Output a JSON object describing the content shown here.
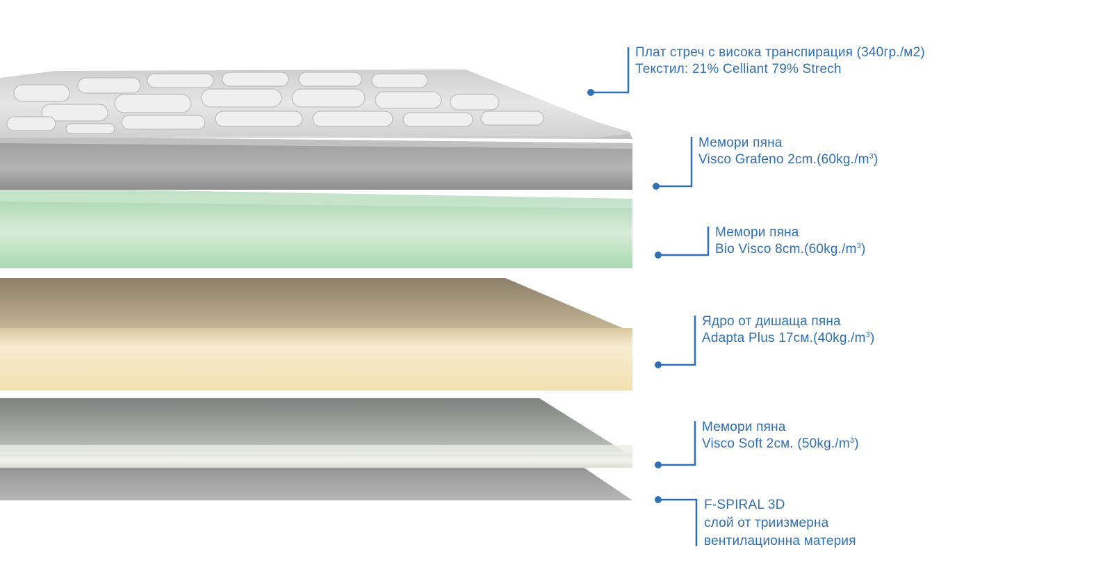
{
  "accent_color": "#2f6fb2",
  "layers": [
    {
      "id": "cover",
      "lines": [
        "Плат стреч с висока транспирация (340гр./м2)",
        "Текстил: 21% Celliant 79% Strech"
      ],
      "sup": [
        "",
        ""
      ],
      "tail": [
        "",
        ""
      ],
      "color": "#dcdcdc"
    },
    {
      "id": "visco-grafeno",
      "lines": [
        "Мемори пяна",
        "Visco Grafeno 2cm.(60kg./m"
      ],
      "sup": [
        "",
        "3"
      ],
      "tail": [
        "",
        ")"
      ],
      "color": "#a3a3a3"
    },
    {
      "id": "bio-visco",
      "lines": [
        "Мемори пяна",
        "Bio Visco 8cm.(60kg./m"
      ],
      "sup": [
        "",
        "3"
      ],
      "tail": [
        "",
        ")"
      ],
      "color": "#a6d8b0"
    },
    {
      "id": "adapta-plus",
      "lines": [
        "Ядро от дишаща пяна",
        "Adapta Plus 17см.(40kg./m"
      ],
      "sup": [
        "",
        "3"
      ],
      "tail": [
        "",
        ")"
      ],
      "color": "#f3e2b4"
    },
    {
      "id": "visco-soft",
      "lines": [
        "Мемори пяна",
        "Visco Soft 2см. (50kg./m"
      ],
      "sup": [
        "",
        "3"
      ],
      "tail": [
        "",
        ")"
      ],
      "color": "#e6e8de"
    },
    {
      "id": "f-spiral",
      "lines": [
        "F-SPIRAL 3D",
        "слой от триизмерна",
        "вентилационна материя"
      ],
      "sup": [
        "",
        "",
        ""
      ],
      "tail": [
        "",
        "",
        ""
      ],
      "color": "#9a9a9a"
    }
  ]
}
